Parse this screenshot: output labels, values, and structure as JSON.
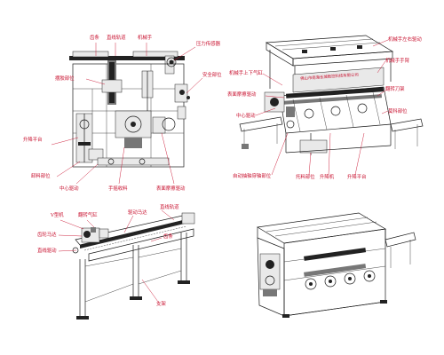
{
  "views": {
    "top_plan": {
      "labels": {
        "chain": "齿条",
        "linear_guide": "直线轨道",
        "manipulator": "机械手",
        "pressure_sensor": "压力传感器",
        "unwind_position": "摆胶部位",
        "safety_position": "安全部位",
        "lift_platform": "升降平台",
        "unload_position": "卸料部位",
        "center_drive": "中心驱动",
        "hand_feed": "手摇收料",
        "surface_rub_drive": "表面摩擦驱动"
      }
    },
    "top_iso": {
      "labels": {
        "manipulator_left_right_drive": "机械手左右驱动",
        "manipulator_up_down_cylinder": "机械手上下气缸",
        "manipulator_arm": "机械手手臂",
        "surface_rub_drive": "表面摩擦驱动",
        "cutter_blade_frame": "翻转刀架",
        "center_drive": "中心驱动",
        "wrap_position": "莫科部位",
        "auto_shaft_insert_device": "自动抽轴穿轴部位",
        "feed_position": "托料部位",
        "lift_arm": "升降机",
        "lift_platform": "升降平台",
        "banner": "佛山市南海长城数控科技有限公司"
      }
    },
    "bottom_left": {
      "labels": {
        "v_motor": "V型机",
        "gear_cylinder": "翻转气缸",
        "carriage_drive": "驱动马达",
        "linear_guide": "直线轨道",
        "gear_motor": "齿轮马达",
        "linear_drive": "直线驱动",
        "chain": "齿条",
        "support_frame": "支架"
      }
    },
    "bottom_right": {
      "labels": {}
    }
  }
}
